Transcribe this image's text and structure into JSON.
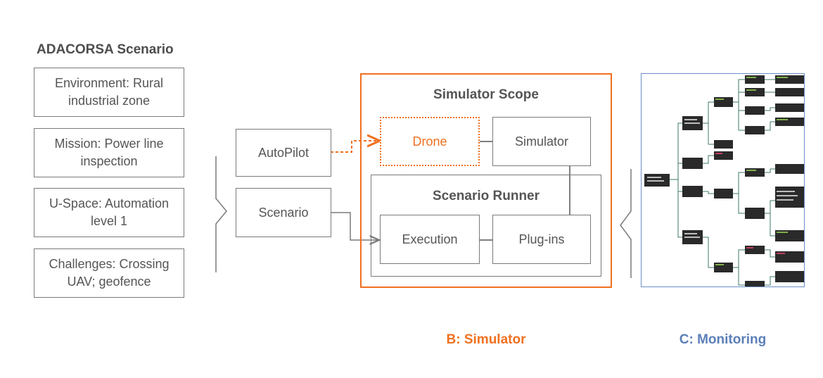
{
  "scenario": {
    "title": "ADACORSA Scenario",
    "items": [
      {
        "line1": "Environment: Rural",
        "line2": "industrial zone"
      },
      {
        "line1": "Mission: Power line",
        "line2": "inspection"
      },
      {
        "line1": "U-Space: Automation",
        "line2": "level 1"
      },
      {
        "line1": "Challenges: Crossing",
        "line2": "UAV; geofence"
      }
    ]
  },
  "inputs": {
    "autopilot": "AutoPilot",
    "scenario": "Scenario"
  },
  "simulator": {
    "scope_title": "Simulator Scope",
    "drone": "Drone",
    "simulator": "Simulator",
    "runner_title": "Scenario Runner",
    "execution": "Execution",
    "plugins": "Plug-ins",
    "label": "B: Simulator"
  },
  "monitoring": {
    "label": "C: Monitoring"
  },
  "colors": {
    "accent_orange": "#f07020",
    "monitor_blue": "#5b7fb8",
    "box_border": "#7a7a7a",
    "tree_node": "#2a2a2a",
    "tree_edge": "#3d7a6a"
  }
}
